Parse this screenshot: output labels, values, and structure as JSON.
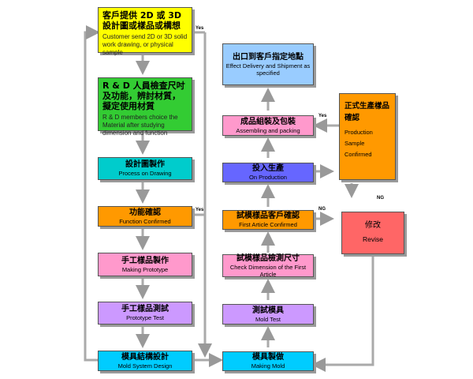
{
  "left_column": [
    {
      "zh": "客戶提供 2D 或 3D 設計圖或樣品或構想",
      "en": "Customer send 2D or 3D solid work drawing, or physical sample",
      "color": "#ffff00"
    },
    {
      "zh": "R & D 人員檢查尺吋及功能，辨討材質，擬定使用材質",
      "en": "R & D members choice the Material after studying dimension and function",
      "color": "#33cc33"
    },
    {
      "zh": "設計圖製作",
      "en": "Process on Drawing",
      "color": "#00cccc"
    },
    {
      "zh": "功能確認",
      "en": "Function Confirmed",
      "color": "#ff9900"
    },
    {
      "zh": "手工樣品製作",
      "en": "Making Prototype",
      "color": "#ff99cc"
    },
    {
      "zh": "手工樣品測試",
      "en": "Prototype Test",
      "color": "#cc99ff"
    },
    {
      "zh": "模具結構設計",
      "en": "Mold System Design",
      "color": "#00ccff"
    }
  ],
  "right_column": [
    {
      "zh": "出口到客戶指定地點",
      "en": "Effect Delivery and Shipment as specified",
      "color": "#99ccff"
    },
    {
      "zh": "成品組裝及包裝",
      "en": "Assembling and packing",
      "color": "#ff99cc"
    },
    {
      "zh": "投入生產",
      "en": "On Production",
      "color": "#6666ff"
    },
    {
      "zh": "試模樣品客戶確認",
      "en": "First Article Confirmed",
      "color": "#ff9900"
    },
    {
      "zh": "試模樣品檢測尺寸",
      "en": "Check Dimension of the First Article",
      "color": "#ff99cc"
    },
    {
      "zh": "測試模具",
      "en": "Mold Test",
      "color": "#cc99ff"
    },
    {
      "zh": "模具製做",
      "en": "Making Mold",
      "color": "#00ccff"
    }
  ],
  "production_sample": {
    "zh": "正式生產樣品確認",
    "en": "Production Sample Confirmed",
    "color": "#ff9900"
  },
  "revise": {
    "zh": "修改",
    "en": "Revise",
    "color": "#ff6666"
  },
  "labels": {
    "yes": "Yes",
    "ng": "NG"
  }
}
